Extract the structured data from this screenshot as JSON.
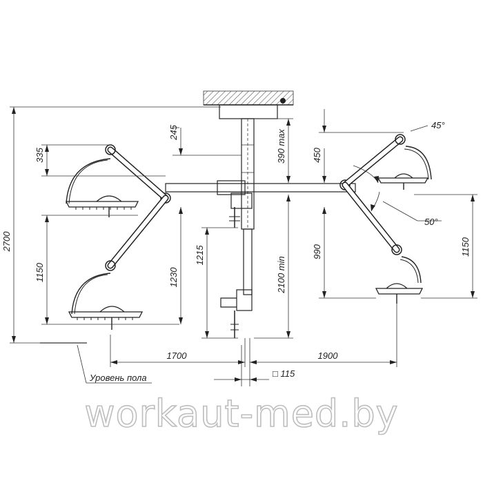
{
  "dimensions": {
    "total_height": "2700",
    "left_upper_offset": "335",
    "left_lower_height": "1150",
    "ceiling_to_arm": "245",
    "arm_drop": "1230",
    "bracket_drop": "1215",
    "max_travel": "390 max",
    "min_height": "2100 min",
    "right_upper_offset": "450",
    "right_drop": "990",
    "right_lower_height": "1150",
    "left_reach": "1700",
    "right_reach": "1900",
    "column_size": "□ 115"
  },
  "angles": {
    "upper": "45°",
    "lower": "50°"
  },
  "floor_label": "Уровень пола",
  "watermark": "workaut-med.by"
}
